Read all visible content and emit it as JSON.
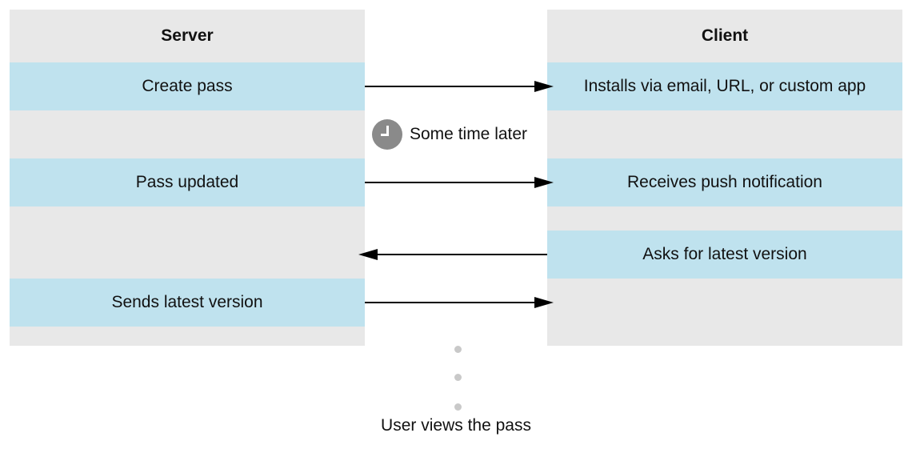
{
  "server": {
    "header": "Server",
    "rows": [
      "Create pass",
      "Pass updated",
      "Sends latest version"
    ]
  },
  "client": {
    "header": "Client",
    "rows": [
      "Installs via email, URL, or custom app",
      "Receives push notification",
      "Asks for latest version"
    ]
  },
  "note": {
    "icon": "clock-icon",
    "text": "Some time later"
  },
  "footer": "User views the pass",
  "colors": {
    "column_bg": "#e8e8e8",
    "highlight": "#bfe2ee",
    "arrow": "#000000",
    "clock": "#8a8a8a",
    "dots": "#c9c9c9"
  }
}
